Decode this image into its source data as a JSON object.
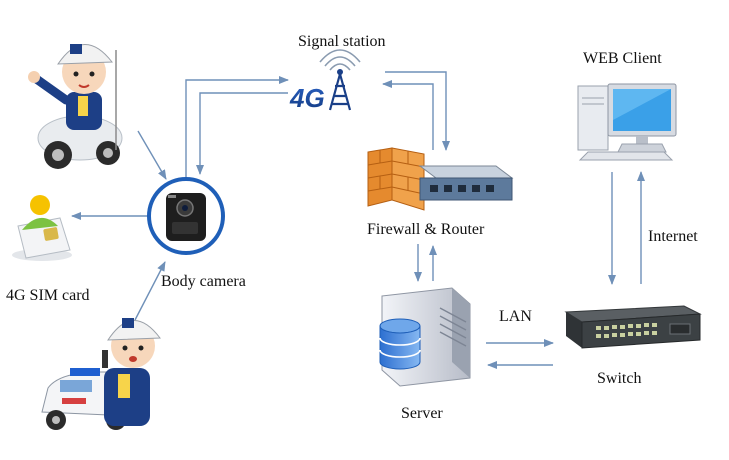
{
  "labels": {
    "signal_station": "Signal station",
    "web_client": "WEB Client",
    "firewall_router": "Firewall  & Router",
    "internet": "Internet",
    "sim_card": "4G SIM card",
    "body_camera": "Body camera",
    "lan": "LAN",
    "switch": "Switch",
    "server": "Server"
  },
  "tower_text": "4G",
  "icons": {
    "motorcycle_police": "police-officer-on-motorcycle-icon",
    "car_police": "police-officer-with-car-icon",
    "sim": "sim-card-icon",
    "camera": "body-camera-icon",
    "tower": "4g-signal-tower-icon",
    "firewall": "firewall-icon",
    "router": "router-icon",
    "server": "server-icon",
    "switch": "network-switch-icon",
    "computer": "computer-icon"
  },
  "colors": {
    "arrow": "#6f90b8",
    "tower_text": "#1f4fa8",
    "brick": "#e58a2e",
    "police_blue": "#1d3f86",
    "sim_green": "#7cc242"
  }
}
